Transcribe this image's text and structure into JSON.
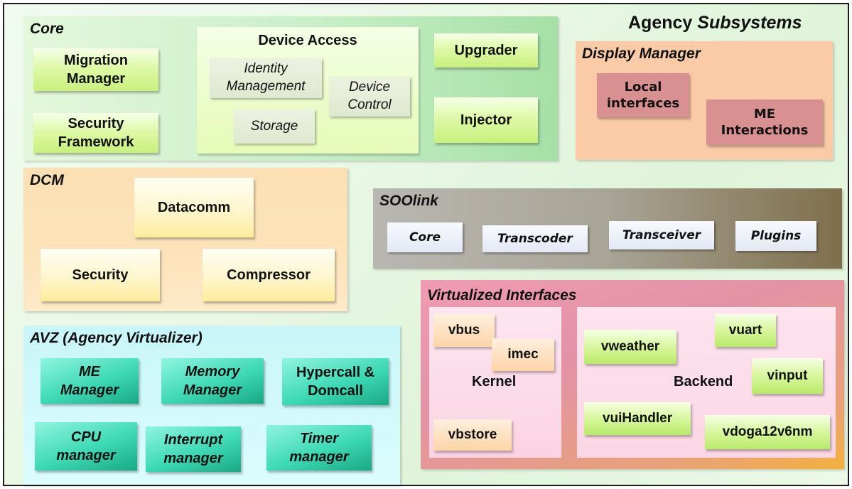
{
  "title": {
    "prefix": "Agency",
    "suffix": "Subsystems"
  },
  "core": {
    "title": "Core",
    "migration": [
      "Migration",
      "Manager"
    ],
    "security": [
      "Security",
      "Framework"
    ],
    "device_access": {
      "title": "Device Access",
      "identity": [
        "Identity",
        "Management"
      ],
      "device_control": [
        "Device",
        "Control"
      ],
      "storage": "Storage"
    },
    "upgrader": "Upgrader",
    "injector": "Injector"
  },
  "display_manager": {
    "title": "Display Manager",
    "local": [
      "Local",
      "interfaces"
    ],
    "me": [
      "ME",
      "Interactions"
    ]
  },
  "dcm": {
    "title": "DCM",
    "datacomm": "Datacomm",
    "security": "Security",
    "compressor": "Compressor"
  },
  "soolink": {
    "title": "SOOlink",
    "items": [
      "Core",
      "Transcoder",
      "Transceiver",
      "Plugins"
    ]
  },
  "avz": {
    "title": "AVZ (Agency Virtualizer)",
    "me_manager": [
      "ME",
      "Manager"
    ],
    "memory_manager": [
      "Memory",
      "Manager"
    ],
    "hypercall": [
      "Hypercall &",
      "Domcall"
    ],
    "cpu": [
      "CPU",
      "manager"
    ],
    "interrupt": [
      "Interrupt",
      "manager"
    ],
    "timer": [
      "Timer",
      "manager"
    ]
  },
  "virtualized": {
    "title": "Virtualized Interfaces",
    "kernel": {
      "label": "Kernel",
      "vbus": "vbus",
      "imec": "imec",
      "vbstore": "vbstore"
    },
    "backend": {
      "label": "Backend",
      "vweather": "vweather",
      "vuart": "vuart",
      "vinput": "vinput",
      "vuihandler": "vuiHandler",
      "vdoga": "vdoga12v6nm"
    }
  }
}
